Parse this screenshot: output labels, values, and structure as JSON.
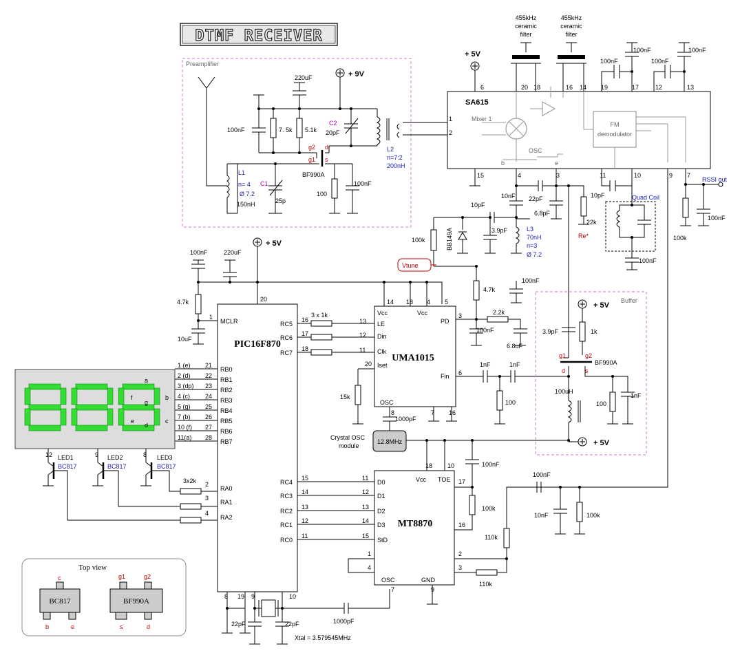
{
  "title": "DTMF RECEIVER",
  "sections": {
    "preamp": "Preamplifier",
    "buffer": "Buffer",
    "top_view": "Top view"
  },
  "chips": {
    "pic": "PIC16F870",
    "uma": "UMA1015",
    "mt": "MT8870",
    "sa": "SA615",
    "fm": [
      "FM",
      "demodulator"
    ],
    "mixer": "Mixer 1",
    "osc": "OSC"
  },
  "filters": {
    "f1": [
      "455kHz",
      "ceramic",
      "filter"
    ],
    "f2": [
      "455kHz",
      "ceramic",
      "filter"
    ]
  },
  "supply": {
    "p9": "+ 9V",
    "p5a": "+ 5V",
    "p5b": "+ 5V",
    "p5c": "+ 5V",
    "p5d": "+ 5V"
  },
  "labels": {
    "vtune": "Vtune",
    "rssi": "RSSI out",
    "quad": "Quad Coil",
    "crystal_osc": [
      "Crystal OSC",
      "module"
    ],
    "crystal_freq": "12.8MHz",
    "xtal": "Xtal = 3.579545MHz",
    "re": "Re*",
    "l1": [
      "L1",
      "n= 4",
      "Ø 7.2",
      "150nH"
    ],
    "l2": [
      "L2",
      "n=7:2",
      "200nH"
    ],
    "l3": [
      "L3",
      "70nH",
      "n=3",
      "Ø 7.2"
    ],
    "c1": "C1",
    "c2": "C2",
    "bf1": "BF990A",
    "bf2": "BF990A",
    "bb": "BB149A",
    "led1": "LED1",
    "led2": "LED2",
    "led3": "LED3",
    "bc1": "BC817",
    "bc2": "BC817",
    "bc3": "BC817"
  },
  "pic_pins_left": [
    {
      "name": "MCLR",
      "num": "1"
    },
    {
      "name": "RB0",
      "num": "21"
    },
    {
      "name": "RB1",
      "num": "22"
    },
    {
      "name": "RB2",
      "num": "23"
    },
    {
      "name": "RB3",
      "num": "24"
    },
    {
      "name": "RB4",
      "num": "25"
    },
    {
      "name": "RB5",
      "num": "26"
    },
    {
      "name": "RB6",
      "num": "27"
    },
    {
      "name": "RB7",
      "num": "28"
    },
    {
      "name": "RA0",
      "num": "2"
    },
    {
      "name": "RA1",
      "num": "3"
    },
    {
      "name": "RA2",
      "num": "4"
    }
  ],
  "seg_labels": [
    "1 (e)",
    "2 (d)",
    "3 (dp)",
    "4 (c)",
    "5 (g)",
    "7 (b)",
    "10 (f)",
    "11(a)"
  ],
  "pic_pins_right": [
    {
      "name": "RC5",
      "num": "16"
    },
    {
      "name": "RC6",
      "num": "17"
    },
    {
      "name": "RC7",
      "num": "18"
    },
    {
      "name": "RC4",
      "num": "15"
    },
    {
      "name": "RC3",
      "num": "14"
    },
    {
      "name": "RC2",
      "num": "13"
    },
    {
      "name": "RC1",
      "num": "12"
    },
    {
      "name": "RC0",
      "num": "11"
    }
  ],
  "uma_pins": [
    {
      "name": "LE",
      "num": "13"
    },
    {
      "name": "Din",
      "num": "12"
    },
    {
      "name": "Clk",
      "num": "11"
    },
    {
      "name": "Iset",
      "num": "20"
    },
    {
      "name": "PD",
      "num": "3"
    },
    {
      "name": "Fin",
      "num": "6"
    },
    {
      "name": "Vcc",
      "num": "14"
    },
    {
      "name": "Vcc",
      "num": "4"
    },
    {
      "name": "OSC",
      "num": "8"
    }
  ],
  "mt_pins": [
    {
      "name": "D0",
      "num": "11"
    },
    {
      "name": "D1",
      "num": "12"
    },
    {
      "name": "D2",
      "num": "13"
    },
    {
      "name": "D3",
      "num": "14"
    },
    {
      "name": "StD",
      "num": "15"
    },
    {
      "name": "Vcc",
      "num": "18"
    },
    {
      "name": "TOE",
      "num": "10"
    },
    {
      "name": "OSC",
      "num": "7"
    },
    {
      "name": "GND",
      "num": "9"
    }
  ],
  "components": {
    "c100n_a": "100nF",
    "r75k": "7. 5k",
    "r51k": "5.1k",
    "c220u_a": "220uF",
    "c20p": "20pF",
    "r100_a": "100",
    "c100n_b": "100nF",
    "c25p": "25p",
    "c100n_c": "100nF",
    "c220u_b": "220uF",
    "r47k_a": "4.7k",
    "c10u": "10uF",
    "r3x1k": "3 x 1k",
    "r3x2k": "3x2k",
    "r15k": "15k",
    "c1000p_a": "1000pF",
    "c1000p_b": "1000pF",
    "c22p_a": "22pF",
    "c22p_b": "22pF",
    "r100k_a": "100k",
    "c10p": "10pF",
    "c39p_a": "3.9pF",
    "c100n_d": "100nF",
    "r47k_b": "4.7k",
    "r22k": "2.2k",
    "c100n_e": "100nF",
    "c68u": "6.8uF",
    "c1n_a": "1nF",
    "c1n_b": "1nF",
    "r100_b": "100",
    "c39p_b": "3.9pF",
    "r1k": "1k",
    "l100u": "100uH",
    "r100_c": "100",
    "c1n_c": "1nF",
    "c10n_a": "10nF",
    "c22p_c": "22pF",
    "c68p": "6.8pF",
    "r22kb": "22k",
    "c10p_b": "10pF",
    "c100n_f": "100nF",
    "c100n_g": "100nF",
    "c100n_h": "100nF",
    "c100n_i": "100nF",
    "c100n_j": "100nF",
    "r100k_b": "100k",
    "c100n_k": "100nF",
    "c100n_l": "100nF",
    "c10n_b": "10nF",
    "r100k_c": "100k",
    "r110k_a": "110k",
    "r110k_b": "110k",
    "c100n_m": "100nF",
    "r100k_d": "100k"
  },
  "top_view_pkg": {
    "bc": "BC817",
    "bf": "BF990A",
    "c": "c",
    "b": "b",
    "e": "e",
    "g1": "g1",
    "g2": "g2",
    "s": "s",
    "d": "d"
  }
}
